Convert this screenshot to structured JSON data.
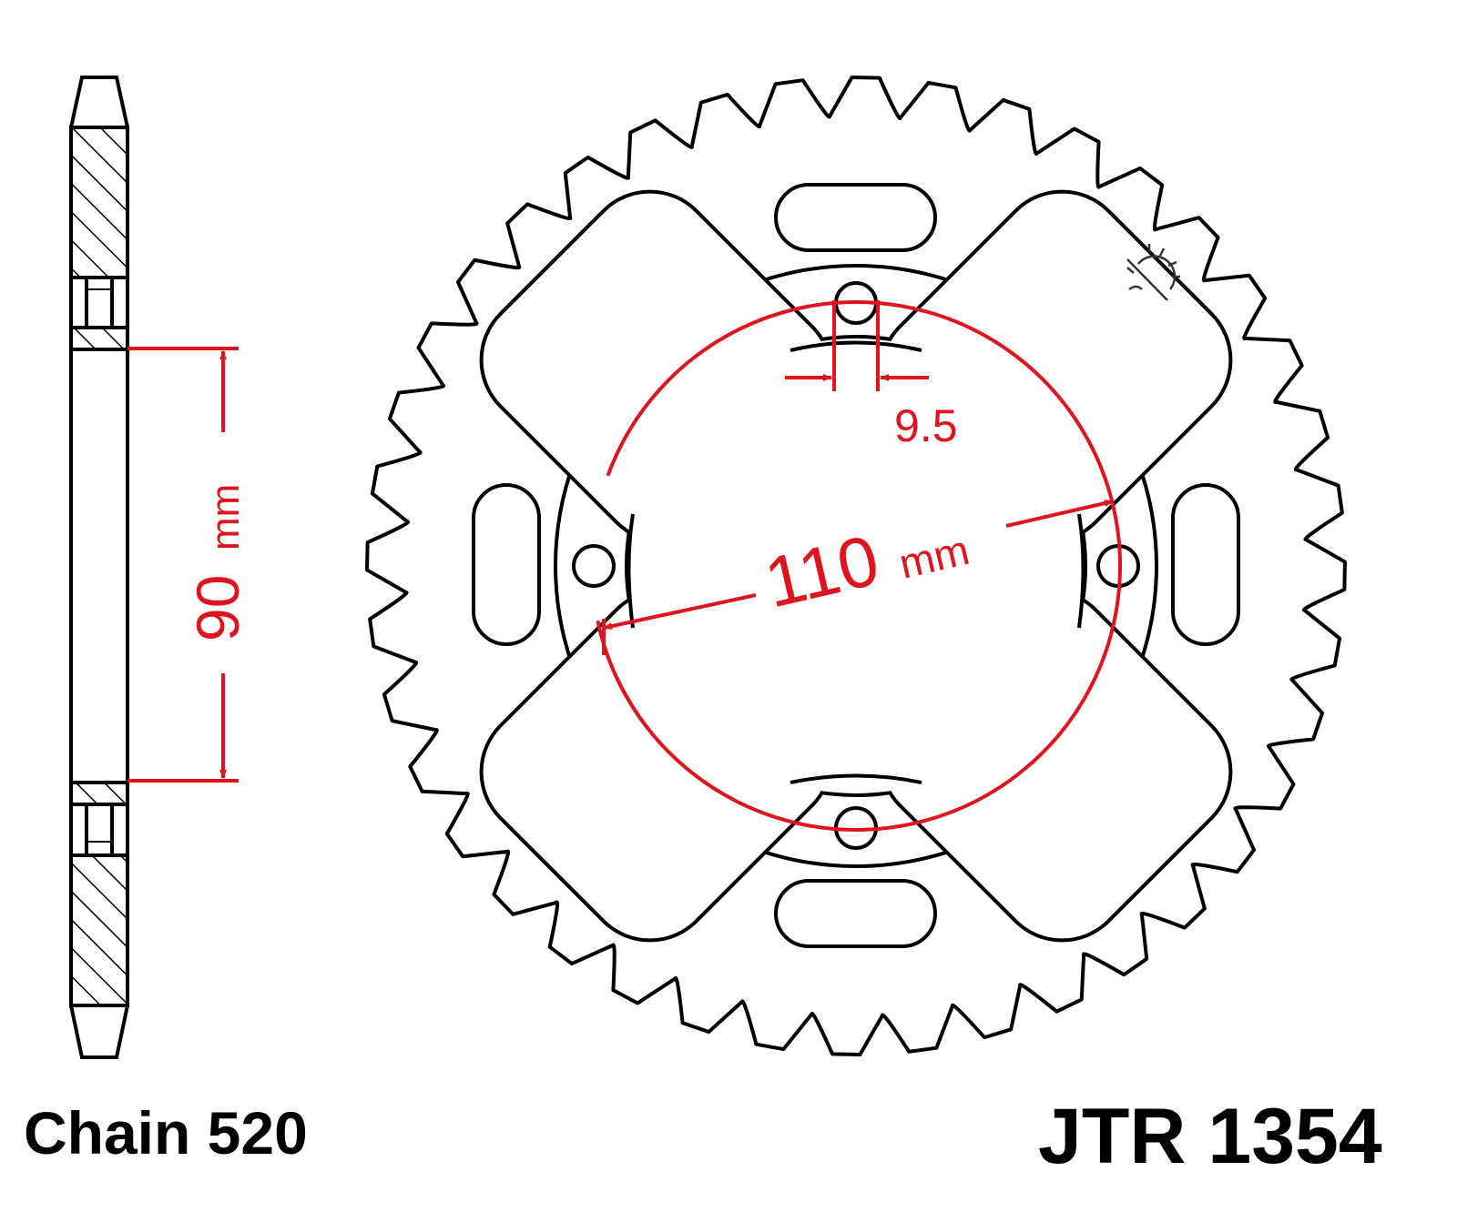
{
  "labels": {
    "chain": "Chain 520",
    "part_number": "JTR 1354",
    "pcd_value": "110",
    "pcd_unit": "mm",
    "hole_value": "9.5",
    "center_value": "90",
    "center_unit": "mm"
  },
  "colors": {
    "outline": "#000000",
    "dimension": "#e0141e",
    "hatch": "#000000"
  },
  "sprocket": {
    "teeth": 40
  }
}
